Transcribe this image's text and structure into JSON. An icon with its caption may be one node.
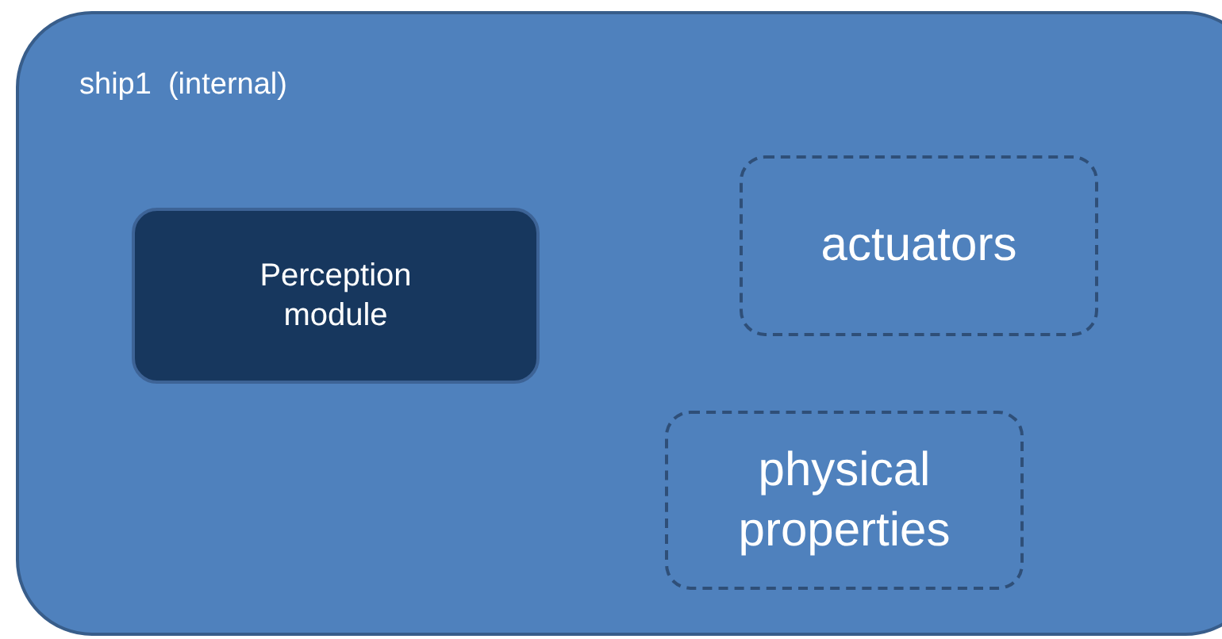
{
  "diagram": {
    "nodes": [
      {
        "text": [
          "ship1  (internal)"
        ]
      },
      {
        "text": [
          "Perception module"
        ],
        "in": 0
      },
      {
        "text": [
          "actuators"
        ],
        "in": 0
      },
      {
        "text": [
          "physical properties"
        ],
        "in": 0
      }
    ]
  }
}
